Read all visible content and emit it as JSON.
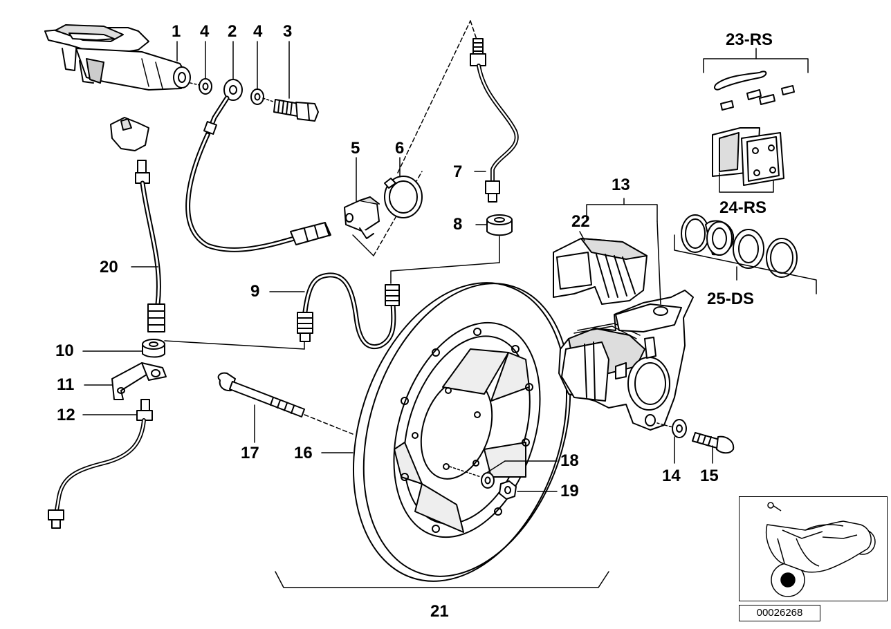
{
  "callouts": {
    "c1": "1",
    "c2": "2",
    "c3": "3",
    "c4a": "4",
    "c4b": "4",
    "c5": "5",
    "c6": "6",
    "c7": "7",
    "c8": "8",
    "c9": "9",
    "c10": "10",
    "c11": "11",
    "c12": "12",
    "c13": "13",
    "c14": "14",
    "c15": "15",
    "c16": "16",
    "c17": "17",
    "c18": "18",
    "c19": "19",
    "c20": "20",
    "c21": "21",
    "c22": "22",
    "c23": "23-RS",
    "c24": "24-RS",
    "c25": "25-DS"
  },
  "diagram_id": "00026268",
  "colors": {
    "line": "#000000",
    "background": "#ffffff",
    "shade": "#d9d9d9"
  }
}
